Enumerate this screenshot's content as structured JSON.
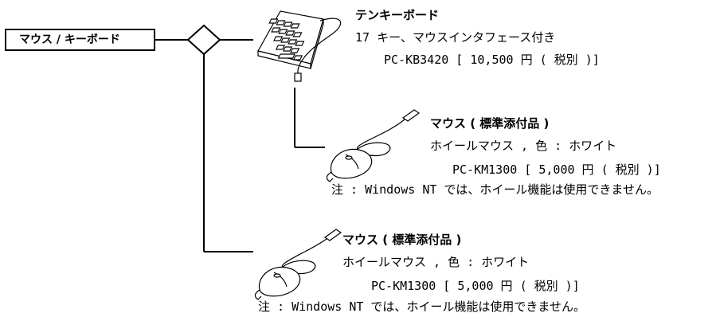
{
  "category_label": "マウス / キーボード",
  "products": [
    {
      "title": "テンキーボード",
      "description": "17 キー、マウスインタフェース付き",
      "price": "PC-KB3420 [ 10,500 円 ( 税別 )]",
      "image": "numeric-keypad-icon"
    },
    {
      "title": "マウス ( 標準添付品 )",
      "description": "ホイールマウス , 色 : ホワイト",
      "price": "PC-KM1300 [ 5,000 円 ( 税別 )]",
      "note": "注 : Windows NT では、ホイール機能は使用できません。",
      "image": "mouse-icon"
    },
    {
      "title": "マウス ( 標準添付品 )",
      "description": "ホイールマウス , 色 : ホワイト",
      "price": "PC-KM1300 [ 5,000 円 ( 税別 )]",
      "note": "注 : Windows NT では、ホイール機能は使用できません。",
      "image": "mouse-icon"
    }
  ]
}
